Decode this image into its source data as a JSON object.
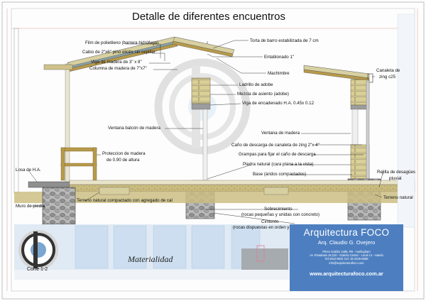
{
  "title": "Detalle de diferentes encuentros",
  "labels": {
    "film": "Film de polietileno (barrera hidrófuga)",
    "cabio": "Cabio de 2\"x6\" pino eliotis sin cepillar",
    "viga_madera": "Viga de madera de 3\" x 8\"",
    "columna": "Columna de madera de 7\"x7\"",
    "torta": "Torta de barro estabilizada de 7 cm",
    "entablonado": "Entablonado 1\"",
    "machimbre": "Machimbre",
    "canaleta": "Canaleta de",
    "canaleta_2": "zing c25",
    "ladrillo": "Ladrillo de adobe",
    "mezcla": "Mezcla de asiento (adobe)",
    "viga_enc": "Viga de encadenado H.A. 0.45x 0.12",
    "ventana_balcon": "Ventana balcón de madera",
    "ventana": "Ventana de madera",
    "cano": "Caño de descarga de canaleta de zing 2\"x 4\"",
    "grampas": "Grampas para fijar el caño de descarga",
    "proteccion": "Proteccion de madera",
    "proteccion_2": "de 0.90 de altura",
    "piedra": "Piedra natural (cara plana a la vista)",
    "base": "Base (áridos compactados)",
    "losa": "Losa de H.A.",
    "rejilla": "Rejilla de desagües",
    "rejilla_2": "pluvial",
    "muro": "Muro de piedra",
    "terreno": "Terreno natural compactado con agregado de cal",
    "terreno_nat": "Terreno natural",
    "sobrecimiento": "Sobrecimiento",
    "sobrecimiento_2": "(rocas pequeñas y unidas con concreto)",
    "cimiento": "Cimiento",
    "cimiento_2": "(rocas dispuestas en orden y u"
  },
  "title_block": {
    "brand": "Arquitectura FOCO",
    "architect": "Arq. Claudio G. Ovejero",
    "address": "Pérez Galdós 1485, PB - Hurlingham\nAv. Rivadavia 16.220 - Galería Center - Local 14 - Haedo\nTel:4452-9642 Cel: 15-2225-8588\ninfo@arquitecturafoco.com",
    "website": "www.arquitecturafoco.com.ar"
  },
  "footer": {
    "materialidad": "Materialidad",
    "sheet_code": "Corte 1-2"
  },
  "colors": {
    "accent_blue": "#4d7fc0",
    "soil": "#c8b87a",
    "stone": "#9a9a9a",
    "adobe": "#d8cfa0",
    "wood": "#b79a4a"
  }
}
